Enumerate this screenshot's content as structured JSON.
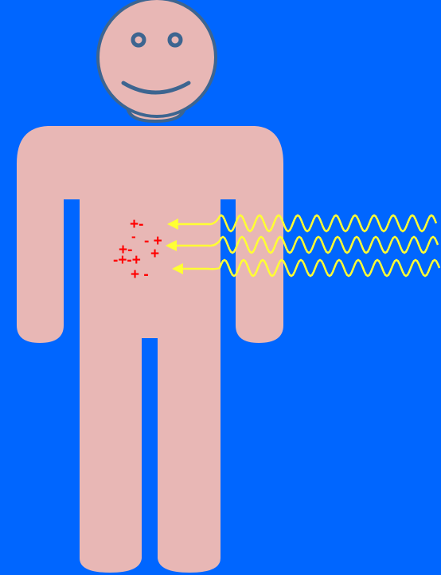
{
  "colors": {
    "background": "#0066ff",
    "skin": "#e8b7b5",
    "outline": "#3d6590",
    "charge": "#ff0000",
    "radiation": "#ffff33"
  },
  "charges": [
    {
      "id": "c1",
      "text": "+-"
    },
    {
      "id": "c2",
      "text": "-"
    },
    {
      "id": "c3",
      "text": "- +"
    },
    {
      "id": "c4",
      "text": "+-"
    },
    {
      "id": "c5",
      "text": "+"
    },
    {
      "id": "c6",
      "text": "-+-+"
    },
    {
      "id": "c7",
      "text": "+ -"
    }
  ],
  "radiation_waves": 3
}
